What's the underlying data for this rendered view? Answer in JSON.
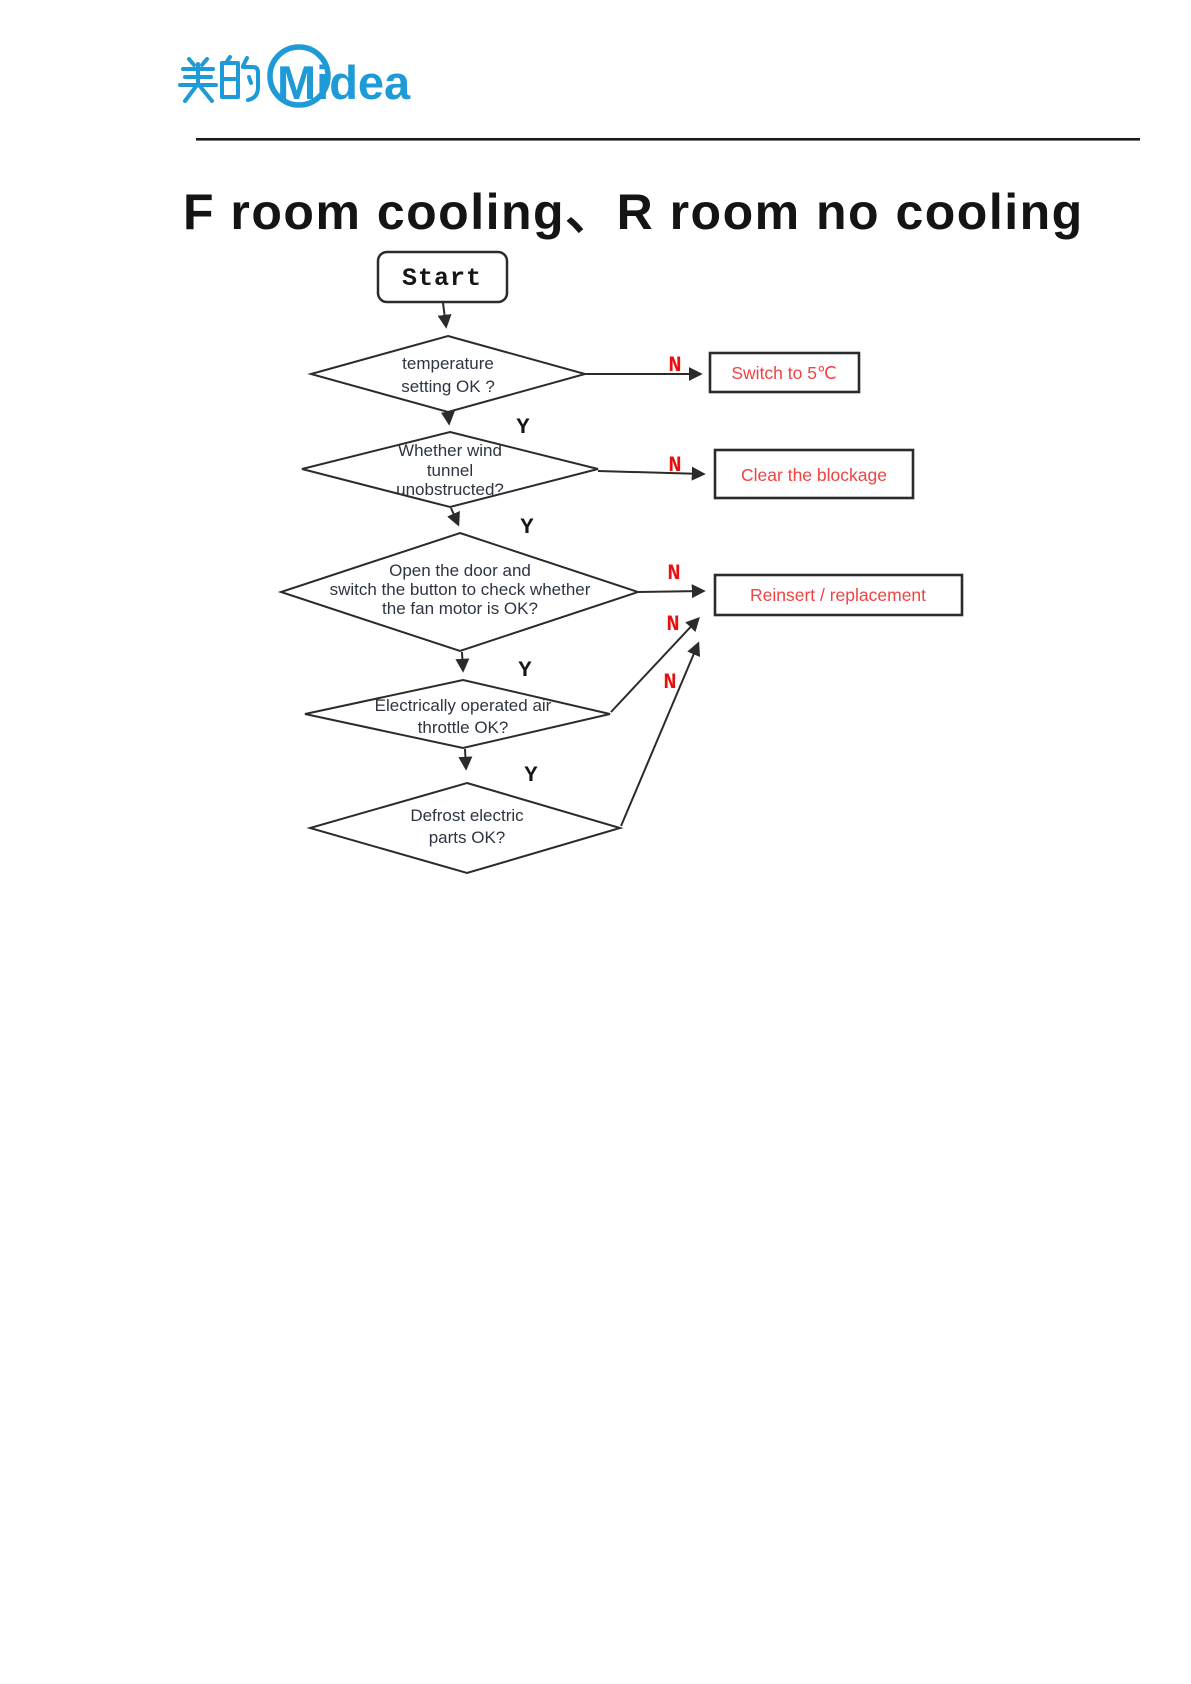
{
  "header": {
    "logo_cn": "美的",
    "logo_en": "Midea"
  },
  "title": "F room cooling、R room no cooling",
  "flowchart": {
    "start": "Start",
    "labels": {
      "yes": "Y",
      "no": "N"
    },
    "decisions": [
      {
        "lines": [
          "temperature",
          "setting OK ?"
        ]
      },
      {
        "lines": [
          "Whether wind",
          "tunnel",
          "unobstructed?"
        ]
      },
      {
        "lines": [
          "Open the door and",
          "switch the button to check whether",
          "the fan motor is OK?"
        ]
      },
      {
        "lines": [
          "Electrically operated air",
          "throttle OK?"
        ]
      },
      {
        "lines": [
          "Defrost electric",
          "parts OK?"
        ]
      }
    ],
    "actions": [
      {
        "label": "Switch to 5℃"
      },
      {
        "label": "Clear the blockage"
      },
      {
        "label": "Reinsert / replacement"
      }
    ],
    "colors": {
      "brand_blue": "#1e9bd7",
      "action_text_red": "#f04343",
      "branch_no_red": "#ea0f0f",
      "line_stroke": "#2b2b2b"
    }
  }
}
